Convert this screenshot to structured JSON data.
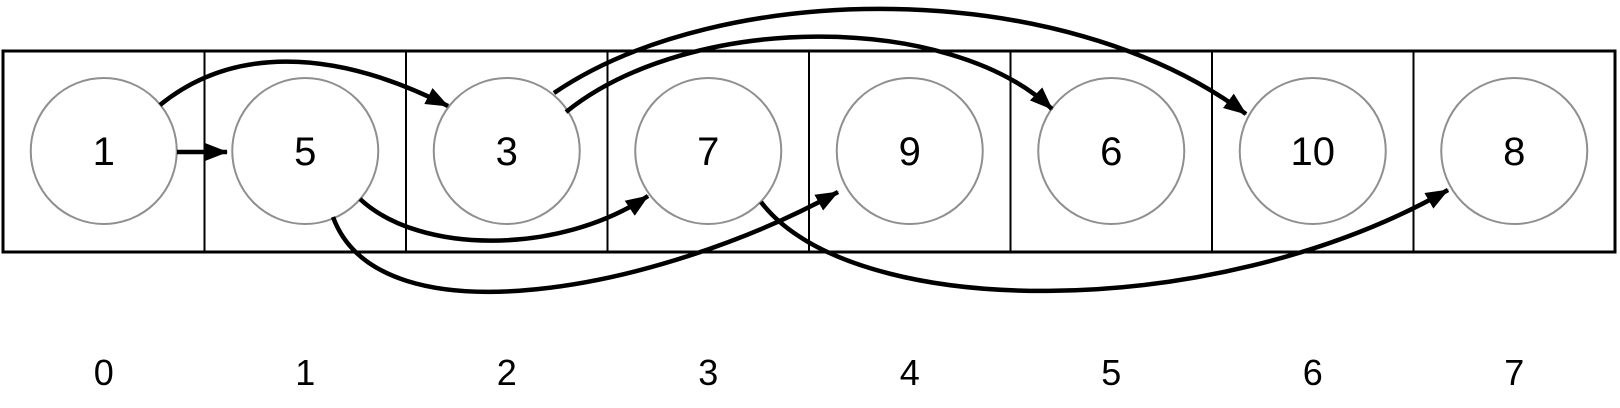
{
  "diagram_type": "array-with-node-arrows",
  "array": {
    "cells": [
      {
        "value": "1",
        "index": "0"
      },
      {
        "value": "5",
        "index": "1"
      },
      {
        "value": "3",
        "index": "2"
      },
      {
        "value": "7",
        "index": "3"
      },
      {
        "value": "9",
        "index": "4"
      },
      {
        "value": "6",
        "index": "5"
      },
      {
        "value": "10",
        "index": "6"
      },
      {
        "value": "8",
        "index": "7"
      }
    ]
  },
  "arrows": [
    {
      "from": 0,
      "to": 1,
      "route": "direct"
    },
    {
      "from": 0,
      "to": 2,
      "route": "over"
    },
    {
      "from": 1,
      "to": 3,
      "route": "under"
    },
    {
      "from": 1,
      "to": 4,
      "route": "under"
    },
    {
      "from": 2,
      "to": 5,
      "route": "over"
    },
    {
      "from": 2,
      "to": 6,
      "route": "over"
    },
    {
      "from": 3,
      "to": 7,
      "route": "under"
    }
  ],
  "colors": {
    "background": "#ffffff",
    "box_border": "#000000",
    "circle_stroke": "#8f8f8f",
    "arrow": "#000000",
    "text": "#000000"
  }
}
